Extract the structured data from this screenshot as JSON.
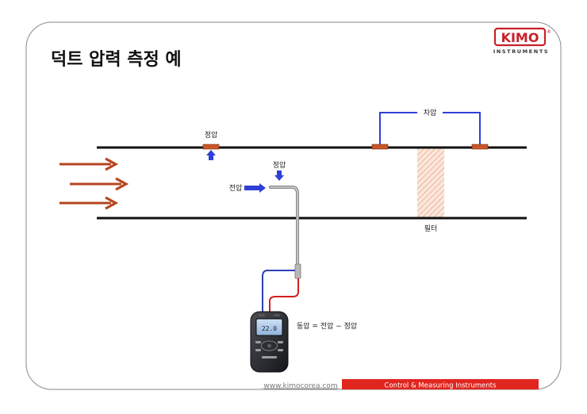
{
  "slide": {
    "title": "덕트 압력 측정 예"
  },
  "logo": {
    "brand": "KIMO",
    "registered": "®",
    "subtitle": "INSTRUMENTS"
  },
  "diagram": {
    "static_pressure_top": "정압",
    "static_pressure_probe": "정압",
    "total_pressure": "전압",
    "differential_pressure": "차압",
    "filter": "필터",
    "formula": "동압 = 전압 − 정압",
    "device_display": "22.0"
  },
  "footer": {
    "website": "www.kimocorea.com",
    "tagline": "Control  &  Measuring  Instruments"
  },
  "colors": {
    "arrow": "#b5451f",
    "tap": "#c8562a",
    "blue": "#2f3fd6",
    "hose_blue": "#2e3fb8",
    "hose_red": "#d21f1f",
    "footer_red": "#e0261f",
    "logo_red": "#c8202a"
  }
}
